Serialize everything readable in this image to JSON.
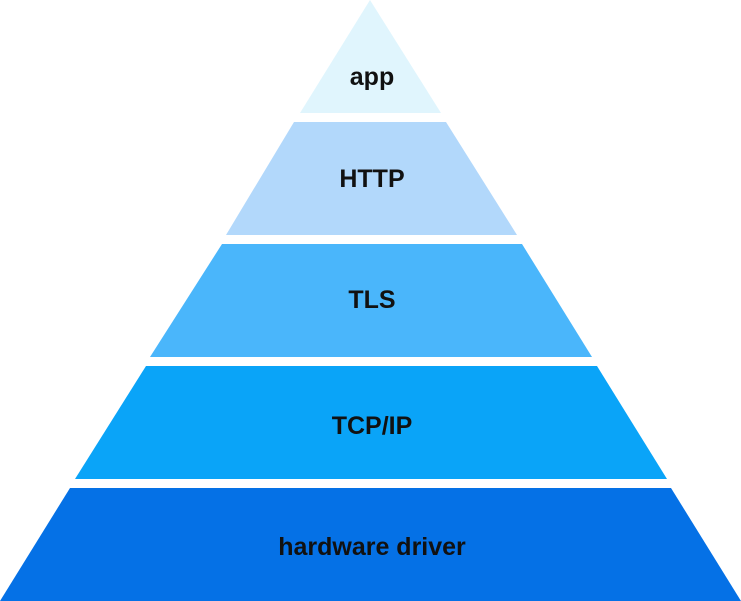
{
  "pyramid": {
    "layers": [
      {
        "label": "app",
        "color": "#e0f5fd"
      },
      {
        "label": "HTTP",
        "color": "#b2d8fb"
      },
      {
        "label": "TLS",
        "color": "#4ab6fb"
      },
      {
        "label": "TCP/IP",
        "color": "#0aa4f8"
      },
      {
        "label": "hardware driver",
        "color": "#0571e6"
      }
    ]
  }
}
